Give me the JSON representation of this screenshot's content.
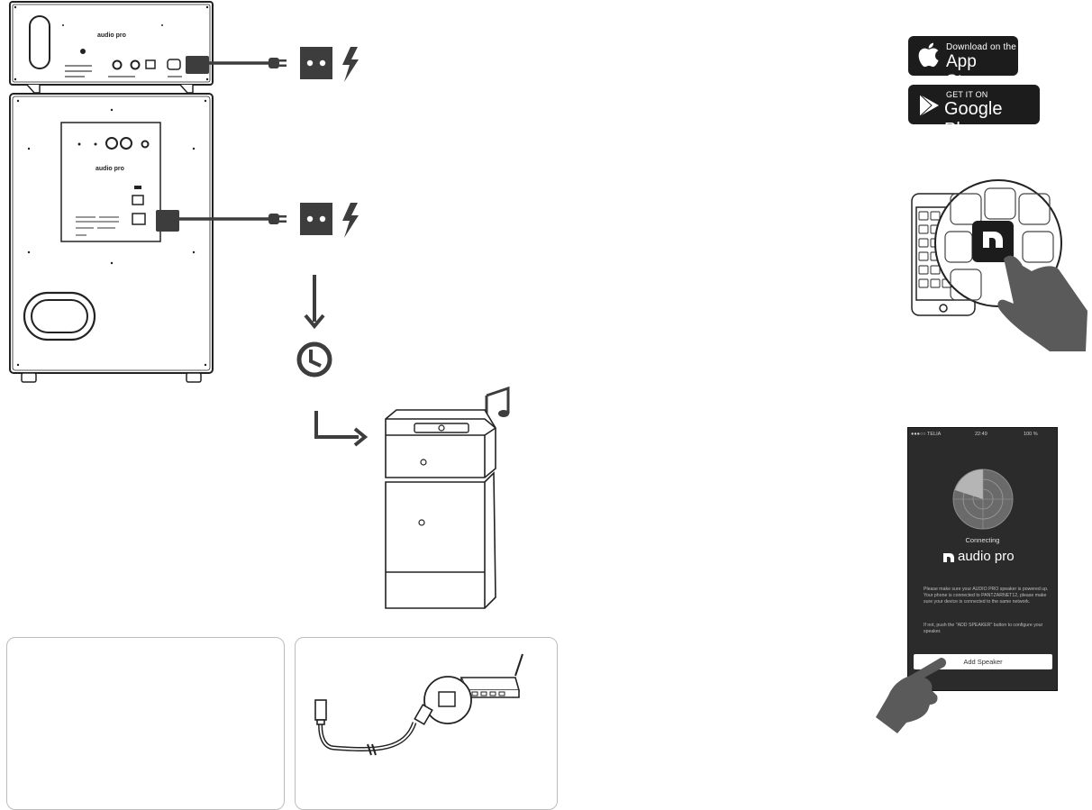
{
  "brand": {
    "name": "audio pro"
  },
  "stores": {
    "app_store": {
      "small": "Download on the",
      "big": "App Store"
    },
    "google_play": {
      "small": "GET IT ON",
      "big": "Google Play"
    }
  },
  "phone_app": {
    "status_left": "●●●○○ TELIA",
    "status_time": "22:49",
    "status_right": "100 %",
    "connecting": "Connecting",
    "brand": "audio pro",
    "instructions_1": "Please make sure your AUDIO PRO speaker is powered up. Your phone is connected to PANTZARNET12, please make sure your device is connected to the same network.",
    "instructions_2": "If not, push the \"ADD SPEAKER\" button to configure your speaker.",
    "add_speaker": "Add Speaker"
  },
  "colors": {
    "icon": "#3d3d3d",
    "dark": "#1c1c1c",
    "screen": "#2b2b2b",
    "hand": "#5a5a5a"
  }
}
